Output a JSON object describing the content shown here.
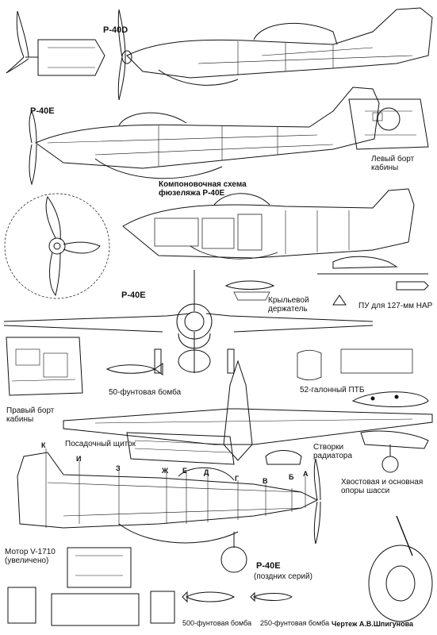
{
  "labels": {
    "p40d": "P-40D",
    "p40e_side": "P-40E",
    "layout_title": "Компоновочная схема фюзеляжа P-40E",
    "left_side_cabin": "Левый борт кабины",
    "p40e_front": "P-40E",
    "wing_holder": "Крыльевой держатель",
    "launcher": "ПУ для 127-мм НАР",
    "bomb50": "50-фунтовая бомба",
    "tank52": "52-галонный ПТБ",
    "right_side_cabin": "Правый борт кабины",
    "landing_flap": "Посадочный щиток",
    "radiator_flaps": "Створки радиатора",
    "gear": "Хвостовая и основная опоры шасси",
    "engine": "Мотор V-1710 (увеличено)",
    "late_model": "P-40E",
    "late_series": "(поздних серий)",
    "bomb500": "500-фунтовая бомба",
    "bomb250": "250-фунтовая бомба",
    "author": "Чертеж А.В.Шпигунова"
  },
  "sections": [
    "К",
    "И",
    "З",
    "Ж",
    "Е",
    "Д",
    "Г",
    "В",
    "Б",
    "А"
  ],
  "colors": {
    "ink": "#111111",
    "paper": "#ffffff"
  }
}
